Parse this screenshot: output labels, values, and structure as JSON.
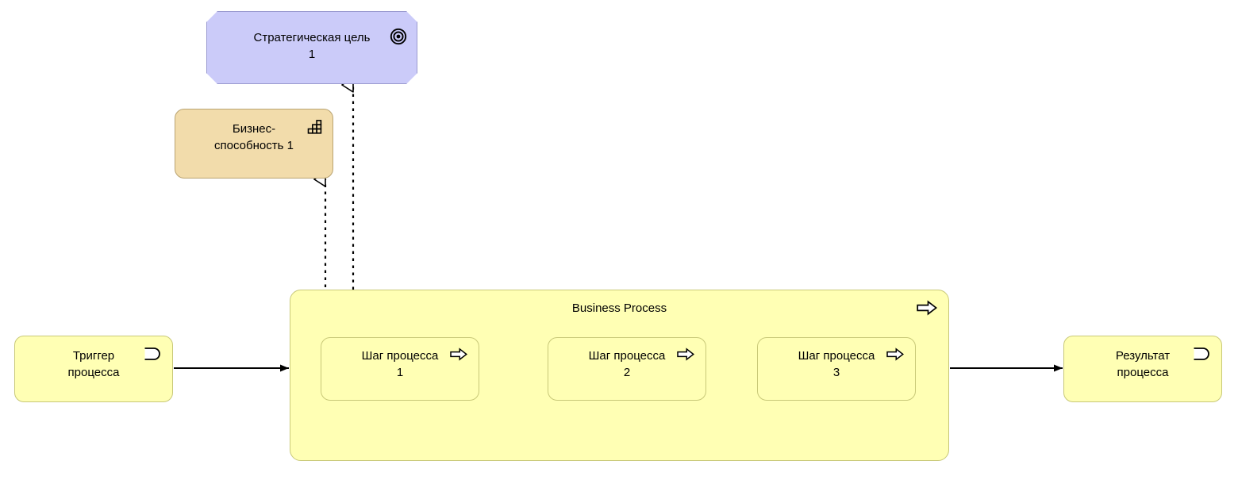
{
  "diagram": {
    "title": "Business Process",
    "background_color": "#ffffff",
    "notation": "ArchiMate"
  },
  "colors": {
    "goal_fill": "#cbcbf9",
    "goal_stroke": "#9a9ad0",
    "capability_fill": "#f2dcab",
    "capability_stroke": "#b9a371",
    "process_fill": "#ffffb4",
    "process_stroke": "#c8c878",
    "line": "#000000"
  },
  "nodes": {
    "goal": {
      "label": "Стратегическая цель\n1",
      "icon": "goal-target-icon",
      "type": "goal"
    },
    "capability": {
      "label": "Бизнес-\nспособность 1",
      "icon": "capability-blocks-icon",
      "type": "capability"
    },
    "process_container": {
      "label": "Business Process",
      "icon": "process-arrow-icon",
      "type": "business-process"
    },
    "steps": [
      {
        "label": "Шаг процесса\n1",
        "icon": "process-arrow-icon",
        "type": "business-process"
      },
      {
        "label": "Шаг процесса\n2",
        "icon": "process-arrow-icon",
        "type": "business-process"
      },
      {
        "label": "Шаг процесса\n3",
        "icon": "process-arrow-icon",
        "type": "business-process"
      }
    ],
    "trigger": {
      "label": "Триггер\nпроцесса",
      "icon": "business-event-icon",
      "type": "business-event"
    },
    "result": {
      "label": "Результат\nпроцесса",
      "icon": "business-event-icon",
      "type": "business-event"
    }
  },
  "edges": [
    {
      "name": "trigger-to-process",
      "from": "trigger",
      "to": "process_container",
      "style": "solid",
      "arrow": "filled-triangle"
    },
    {
      "name": "step1-to-step2",
      "from": "step-1",
      "to": "step-2",
      "style": "solid",
      "arrow": "filled-triangle"
    },
    {
      "name": "step2-to-step3",
      "from": "step-2",
      "to": "step-3",
      "style": "solid",
      "arrow": "filled-triangle"
    },
    {
      "name": "process-to-result",
      "from": "process_container",
      "to": "result",
      "style": "solid",
      "arrow": "filled-triangle"
    },
    {
      "name": "step1-realizes-capability",
      "from": "step-1",
      "to": "capability",
      "style": "dotted",
      "arrow": "hollow-triangle"
    },
    {
      "name": "process-realizes-goal",
      "from": "process_container",
      "to": "goal",
      "style": "dotted",
      "arrow": "hollow-triangle"
    }
  ]
}
